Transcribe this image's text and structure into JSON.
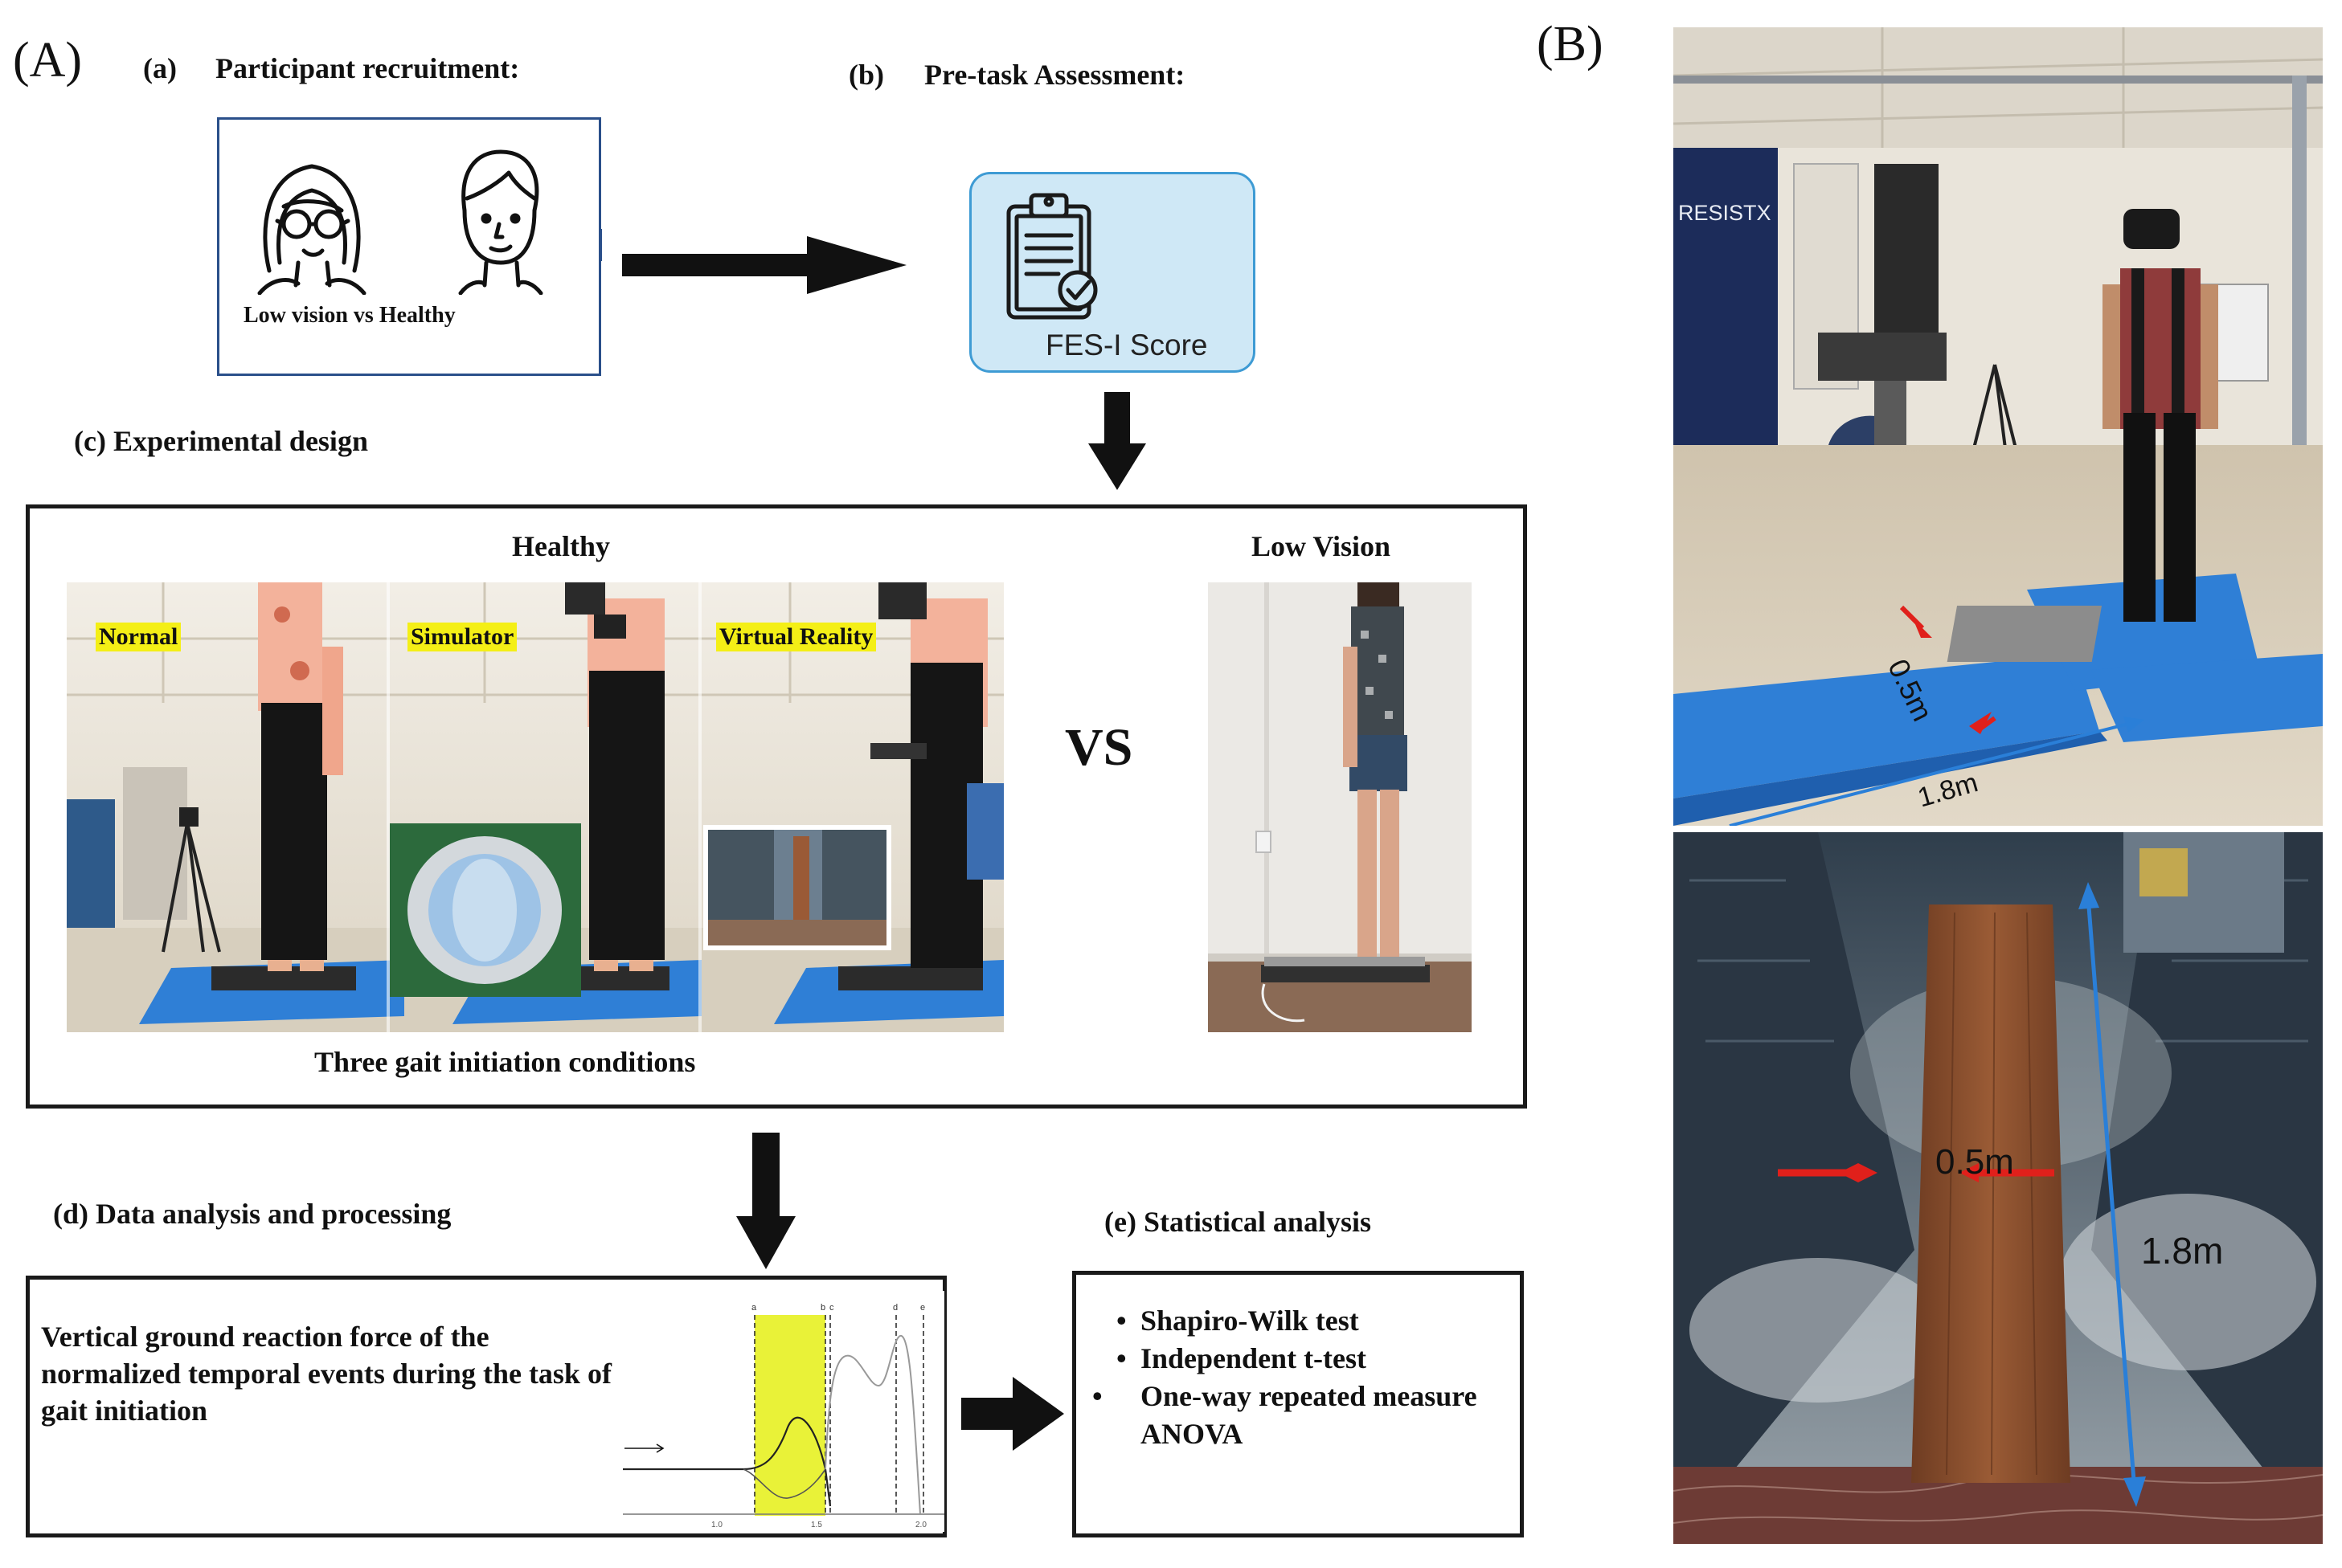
{
  "panels": {
    "A": "(A)",
    "B": "(B)"
  },
  "recruitment": {
    "letter": "(a)",
    "title": "Participant recruitment:",
    "caption": "Low vision  vs  Healthy"
  },
  "pretask": {
    "letter": "(b)",
    "title": "Pre-task Assessment:",
    "card_label": "FES-I Score"
  },
  "experimental": {
    "title": "(c) Experimental design",
    "healthy_label": "Healthy",
    "lowvision_label": "Low Vision",
    "conditions": [
      "Normal",
      "Simulator",
      "Virtual Reality"
    ],
    "vs": "VS",
    "caption": "Three gait initiation conditions"
  },
  "analysis": {
    "title": "(d) Data analysis and processing",
    "text": "Vertical ground reaction force of the normalized temporal events during the task of gait initiation",
    "event_labels": [
      "a",
      "b",
      "c",
      "d",
      "e"
    ],
    "x_ticks": [
      "1.0",
      "1.5",
      "2.0"
    ]
  },
  "statistics": {
    "title": "(e) Statistical analysis",
    "items": [
      "Shapiro-Wilk test",
      "Independent t-test",
      "One-way repeated measure ANOVA"
    ]
  },
  "photo_b": {
    "banner_text": "RESISTX",
    "lab_measure_width": "0.5m",
    "lab_measure_length": "1.8m",
    "vr_measure_width": "0.5m",
    "vr_measure_length": "1.8m"
  },
  "colors": {
    "highlight": "#f4ef16",
    "card_bg": "#cfe8f6",
    "card_border": "#3e9bd4",
    "mat_blue": "#2f7fd6",
    "arrow_red": "#e0201b",
    "plank_brown": "#8a4f2c"
  }
}
